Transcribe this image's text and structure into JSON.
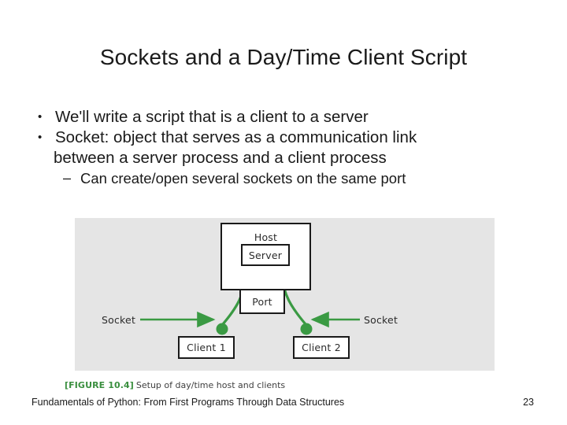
{
  "slide": {
    "title": "Sockets and a Day/Time Client Script",
    "bullets": [
      {
        "level": 1,
        "marker": "•",
        "lines": [
          "We'll write a script that is a client to a server"
        ]
      },
      {
        "level": 1,
        "marker": "•",
        "lines": [
          "Socket: object that serves as a communication link",
          "between a server process and a client process"
        ]
      },
      {
        "level": 2,
        "marker": "–",
        "lines": [
          "Can create/open several sockets on the same port"
        ]
      }
    ]
  },
  "figure": {
    "panel_bg": "#e5e5e5",
    "accent_green": "#3a9a43",
    "boxes": {
      "host": "Host",
      "server": "Server",
      "port": "Port",
      "client1": "Client 1",
      "client2": "Client 2"
    },
    "labels": {
      "socket_left": "Socket",
      "socket_right": "Socket"
    },
    "caption": {
      "tag": "[FIGURE 10.4]",
      "description": "Setup of day/time host and clients",
      "tag_color": "#3a8f3f"
    }
  },
  "footer": {
    "source": "Fundamentals of Python: From First Programs Through Data Structures",
    "page_number": "23"
  }
}
